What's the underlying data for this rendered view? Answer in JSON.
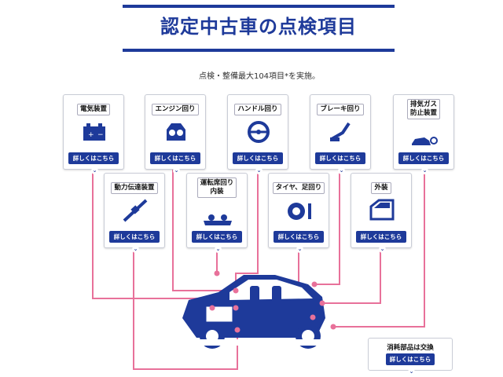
{
  "header": {
    "title": "認定中古車の点検項目",
    "subtitle": "点検・整備最大104項目*を実施。"
  },
  "colors": {
    "brand": "#1e3a9a",
    "wire": "#e8719a"
  },
  "cards": [
    {
      "label": "電気装置",
      "icon": "battery-icon",
      "button": "詳しくはこちら"
    },
    {
      "label": "エンジン回り",
      "icon": "engine-icon",
      "button": "詳しくはこちら"
    },
    {
      "label": "ハンドル回り",
      "icon": "steering-wheel-icon",
      "button": "詳しくはこちら"
    },
    {
      "label": "ブレーキ回り",
      "icon": "brake-pedal-icon",
      "button": "詳しくはこちら"
    },
    {
      "label_line1": "排気ガス",
      "label_line2": "防止装置",
      "icon": "exhaust-car-icon",
      "button": "詳しくはこちら"
    },
    {
      "label": "動力伝達装置",
      "icon": "drive-shaft-icon",
      "button": "詳しくはこちら"
    },
    {
      "label_line1": "運転席回り",
      "label_line2": "内装",
      "icon": "dashboard-icon",
      "button": "詳しくはこちら"
    },
    {
      "label": "タイヤ、足回り",
      "icon": "tire-suspension-icon",
      "button": "詳しくはこちら"
    },
    {
      "label": "外装",
      "icon": "car-door-icon",
      "button": "詳しくはこちら"
    }
  ],
  "consumables": {
    "label": "消耗部品は交換",
    "button": "詳しくはこちら"
  },
  "chevron": "❯"
}
